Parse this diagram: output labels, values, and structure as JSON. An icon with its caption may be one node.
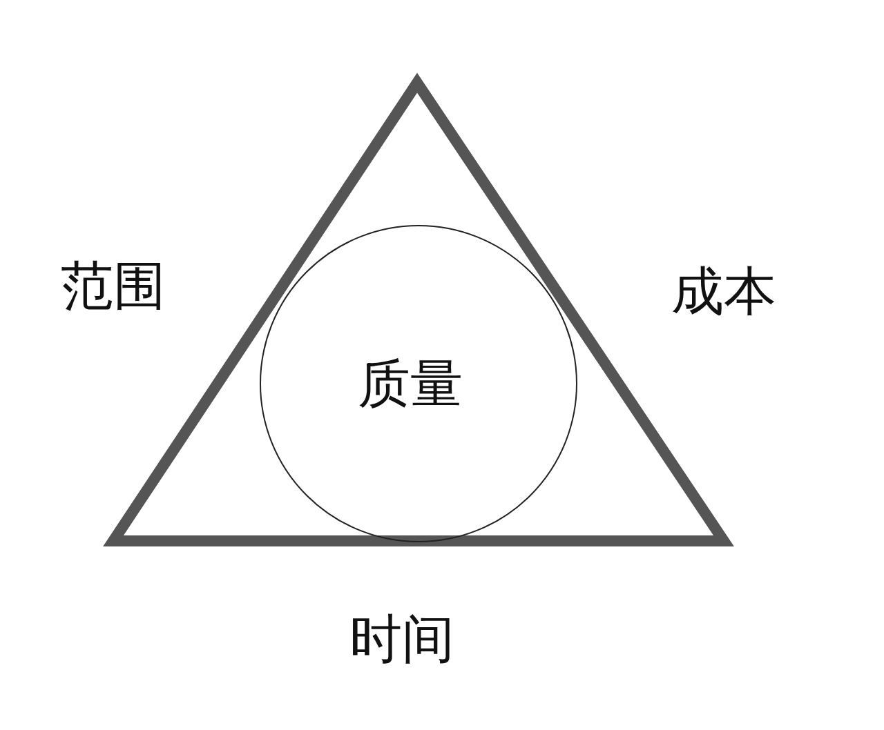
{
  "diagram": {
    "nodes": [
      {
        "text": [],
        "shape": "triangle"
      },
      {
        "text": [
          "质量"
        ],
        "in": 0
      }
    ],
    "labels": [
      "范围",
      "成本",
      "时间"
    ]
  }
}
